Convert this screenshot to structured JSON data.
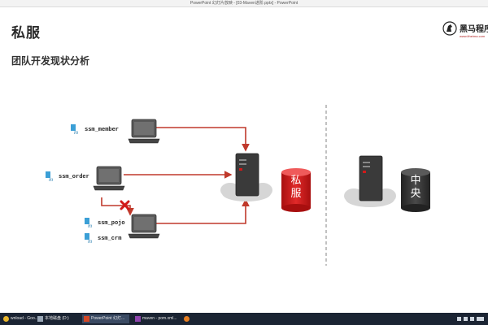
{
  "window": {
    "title": "PowerPoint 幻灯片放映 - [03-Maven进阶.pptx] - PowerPoint"
  },
  "slide": {
    "title": "私服",
    "subtitle": "团队开发现状分析",
    "brand": {
      "name": "黑马程序",
      "url": "www.itheima.com"
    },
    "diagram": {
      "modules": {
        "member": "ssm_member",
        "order": "ssm_order",
        "pojo": "ssm_pojo",
        "crm": "ssm_crm"
      },
      "private_repo": "私\n服",
      "central_repo": "中\n央"
    }
  },
  "taskbar": {
    "items": [
      "wnload - Goo...",
      "本地磁盘 (D:)",
      "PowerPoint 幻灯...",
      "maven - pom.xml..."
    ]
  },
  "colors": {
    "arrow": "#c0392b",
    "private_repo": "#d41f1f",
    "central_repo": "#3b3b3b",
    "server": "#3a3a3a",
    "computer": "#5a5a5a"
  }
}
